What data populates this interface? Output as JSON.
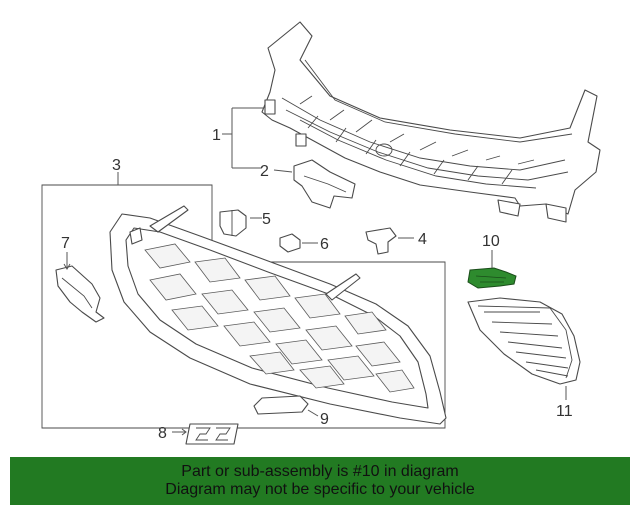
{
  "callouts": {
    "c1": "1",
    "c2": "2",
    "c3": "3",
    "c4": "4",
    "c5": "5",
    "c6": "6",
    "c7": "7",
    "c8": "8",
    "c9": "9",
    "c10": "10",
    "c11": "11"
  },
  "highlight_part": "10",
  "colors": {
    "highlight": "#2e8b2e",
    "banner": "#227a22",
    "line": "#4a4a4a"
  },
  "banner": {
    "line1": "Part or sub-assembly is #10 in diagram",
    "line2": "Diagram may not be specific to your vehicle"
  }
}
